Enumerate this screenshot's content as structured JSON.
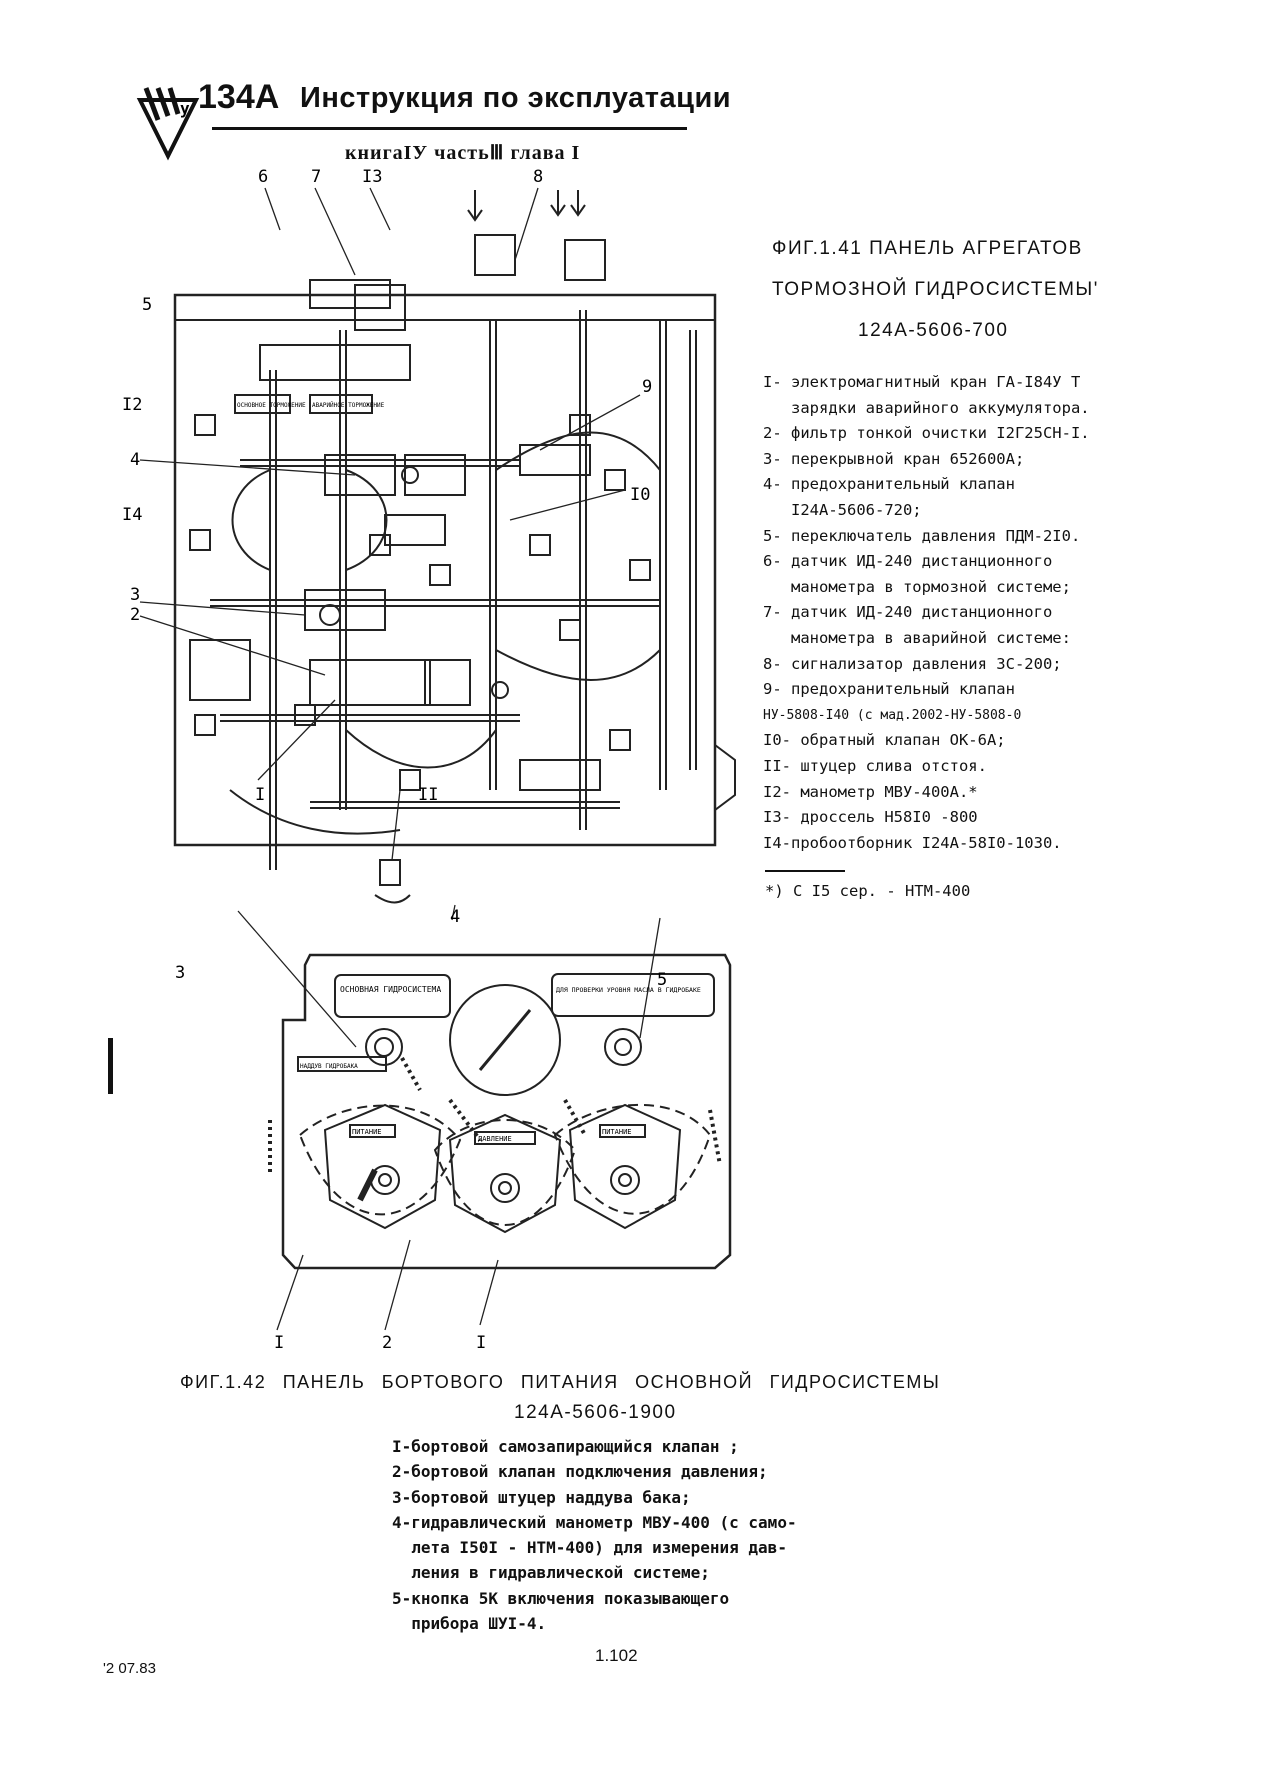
{
  "header": {
    "model": "134А",
    "title": "Инструкция по эксплуатации",
    "subtitle": "книгаIУ частьⅢ глава I"
  },
  "figure1": {
    "caption_line1": "ФИГ.1.41 ПАНЕЛЬ АГРЕГАТОВ",
    "caption_line2": "ТОРМОЗНОЙ ГИДРОСИСТЕМЫ'",
    "caption_line3": "124А-5606-700",
    "callouts": [
      "6",
      "7",
      "I3",
      "8",
      "5",
      "I2",
      "9",
      "4",
      "I4",
      "I0",
      "3",
      "2",
      "I",
      "II"
    ],
    "placards": [
      "ОСНОВНОЕ ТОРМОЖЕНИЕ",
      "АВАРИЙНОЕ ТОРМОЖЕНИЕ"
    ],
    "legend": [
      "I- электромагнитный кран ГА-I84У Т",
      "   зарядки аварийного аккумулятора.",
      "2- фильтр тонкой очистки I2Г25СН-I.",
      "3- перекрывной кран 652600А;",
      "4- предохранительный клапан",
      "   I24А-5606-720;",
      "5- переключатель давления ПДМ-2I0.",
      "6- датчик ИД-240 дистанционного",
      "   манометра в тормозной системе;",
      "7- датчик ИД-240 дистанционного",
      "   манометра в аварийной системе:",
      "8- сигнализатор давления ЗС-200;",
      "9- предохранительный клапан",
      "НУ-5808-I40 (с мад.2002-НУ-5808-0",
      "I0- обратный клапан ОК-6А;",
      "II- штуцер слива отстоя.",
      "I2- манометр МВУ-400А.*",
      "I3- дроссель Н58I0 -800",
      "I4-пробоотборник I24А-58I0-1030."
    ],
    "footnote": "*) С I5 сер. - НТМ-400"
  },
  "figure2": {
    "callouts": [
      "4",
      "3",
      "5",
      "I",
      "2",
      "I"
    ],
    "placards": [
      "ОСНОВНАЯ ГИДРОСИСТЕМА",
      "ДЛЯ ПРОВЕРКИ УРОВНЯ МАСЛА В ГИДРОБАКЕ",
      "НАДДУВ ГИДРОБАКА",
      "ПИТАНИЕ",
      "ДАВЛЕНИЕ",
      "ПИТАНИЕ"
    ],
    "caption_line1": "ФИГ.1.42 ПАНЕЛЬ БОРТОВОГО ПИТАНИЯ ОСНОВНОЙ ГИДРОСИСТЕМЫ",
    "caption_line2": "124А-5606-1900",
    "legend": [
      "I-бортовой самозапирающийся клапан ;",
      "2-бортовой клапан подключения давления;",
      "3-бортовой штуцер наддува бака;",
      "4-гидравлический манометр МВУ-400 (с само-",
      "  лета I50I - НТМ-400) для измерения дав-",
      "  ления в гидравлической системе;",
      "5-кнопка 5К включения показывающего",
      "  прибора ШУI-4."
    ]
  },
  "footer": {
    "date": "'2 07.83",
    "page": "1.102"
  }
}
